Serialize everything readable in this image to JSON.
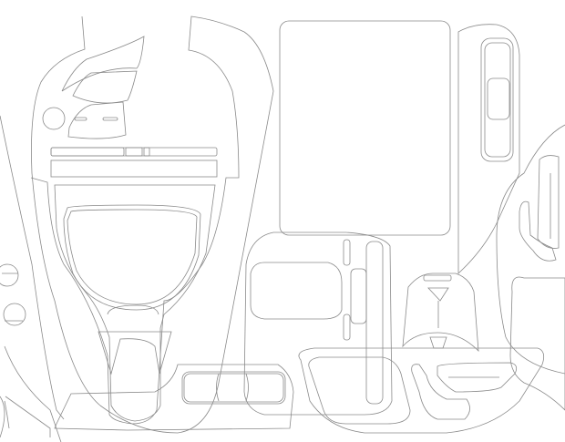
{
  "drawing": {
    "background": "#ffffff",
    "line_color": "#8a8a8a",
    "pieces": [
      "dashboard-center-panel",
      "steering-wheel-trim-upper",
      "steering-wheel-trim-lower",
      "left-side-trim",
      "screen-protector",
      "door-switch-panel-left",
      "door-panel-right",
      "gear-console-panel",
      "cup-holder-trim",
      "lower-left-strip",
      "door-switch-panel-bottom"
    ]
  }
}
